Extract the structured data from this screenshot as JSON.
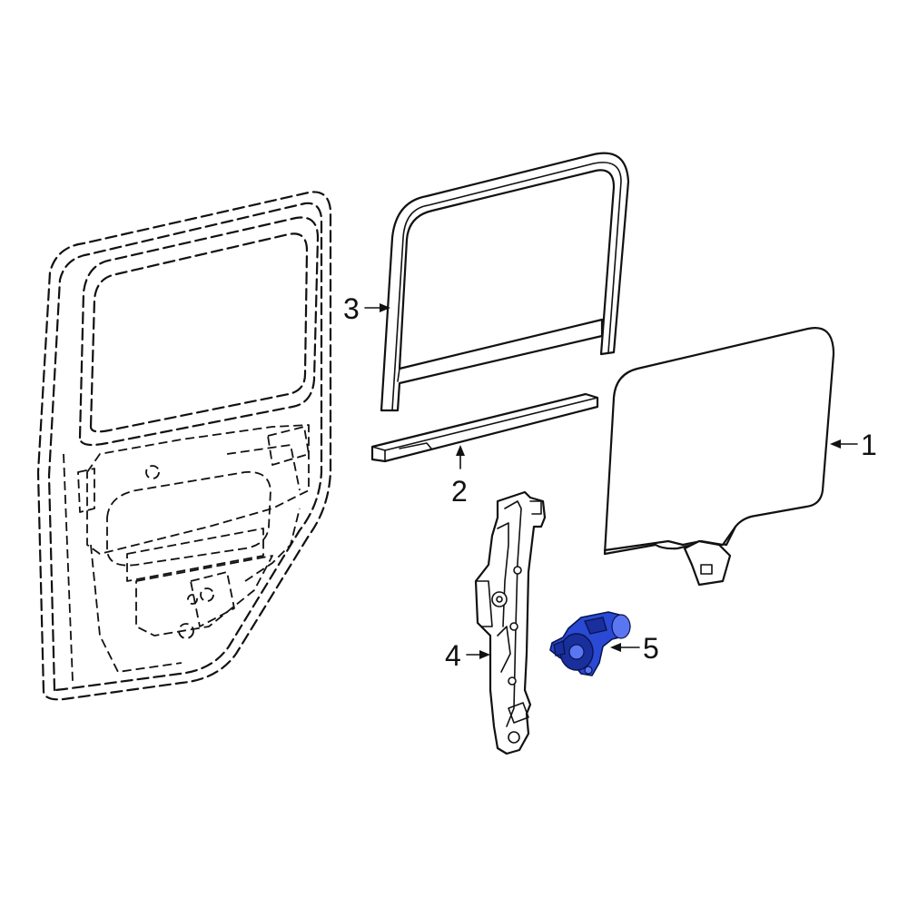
{
  "diagram": {
    "callouts": [
      {
        "id": "1",
        "label": "1"
      },
      {
        "id": "2",
        "label": "2"
      },
      {
        "id": "3",
        "label": "3"
      },
      {
        "id": "4",
        "label": "4"
      },
      {
        "id": "5",
        "label": "5"
      }
    ],
    "highlight_color": "#2a49d4",
    "line_color": "#111111"
  }
}
